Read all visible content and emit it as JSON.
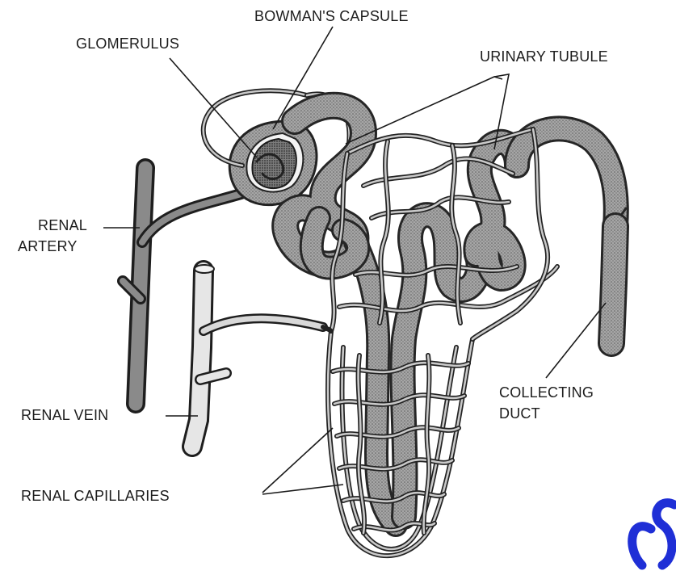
{
  "labels": {
    "glomerulus": "GLOMERULUS",
    "bowmans_capsule": "BOWMAN'S CAPSULE",
    "urinary_tubule": "URINARY TUBULE",
    "renal_artery_line1": "RENAL",
    "renal_artery_line2": "ARTERY",
    "collecting_duct_line1": "COLLECTING",
    "collecting_duct_line2": "DUCT",
    "renal_vein": "RENAL VEIN",
    "renal_capillaries": "RENAL CAPILLARIES"
  },
  "colors": {
    "outline": "#1e1e1e",
    "stipple_tubule": "#8e8e8e",
    "stipple_vessel": "#9a9a9a",
    "vein_fill": "#e6e6e6",
    "watermark": "#1f2fd6"
  }
}
